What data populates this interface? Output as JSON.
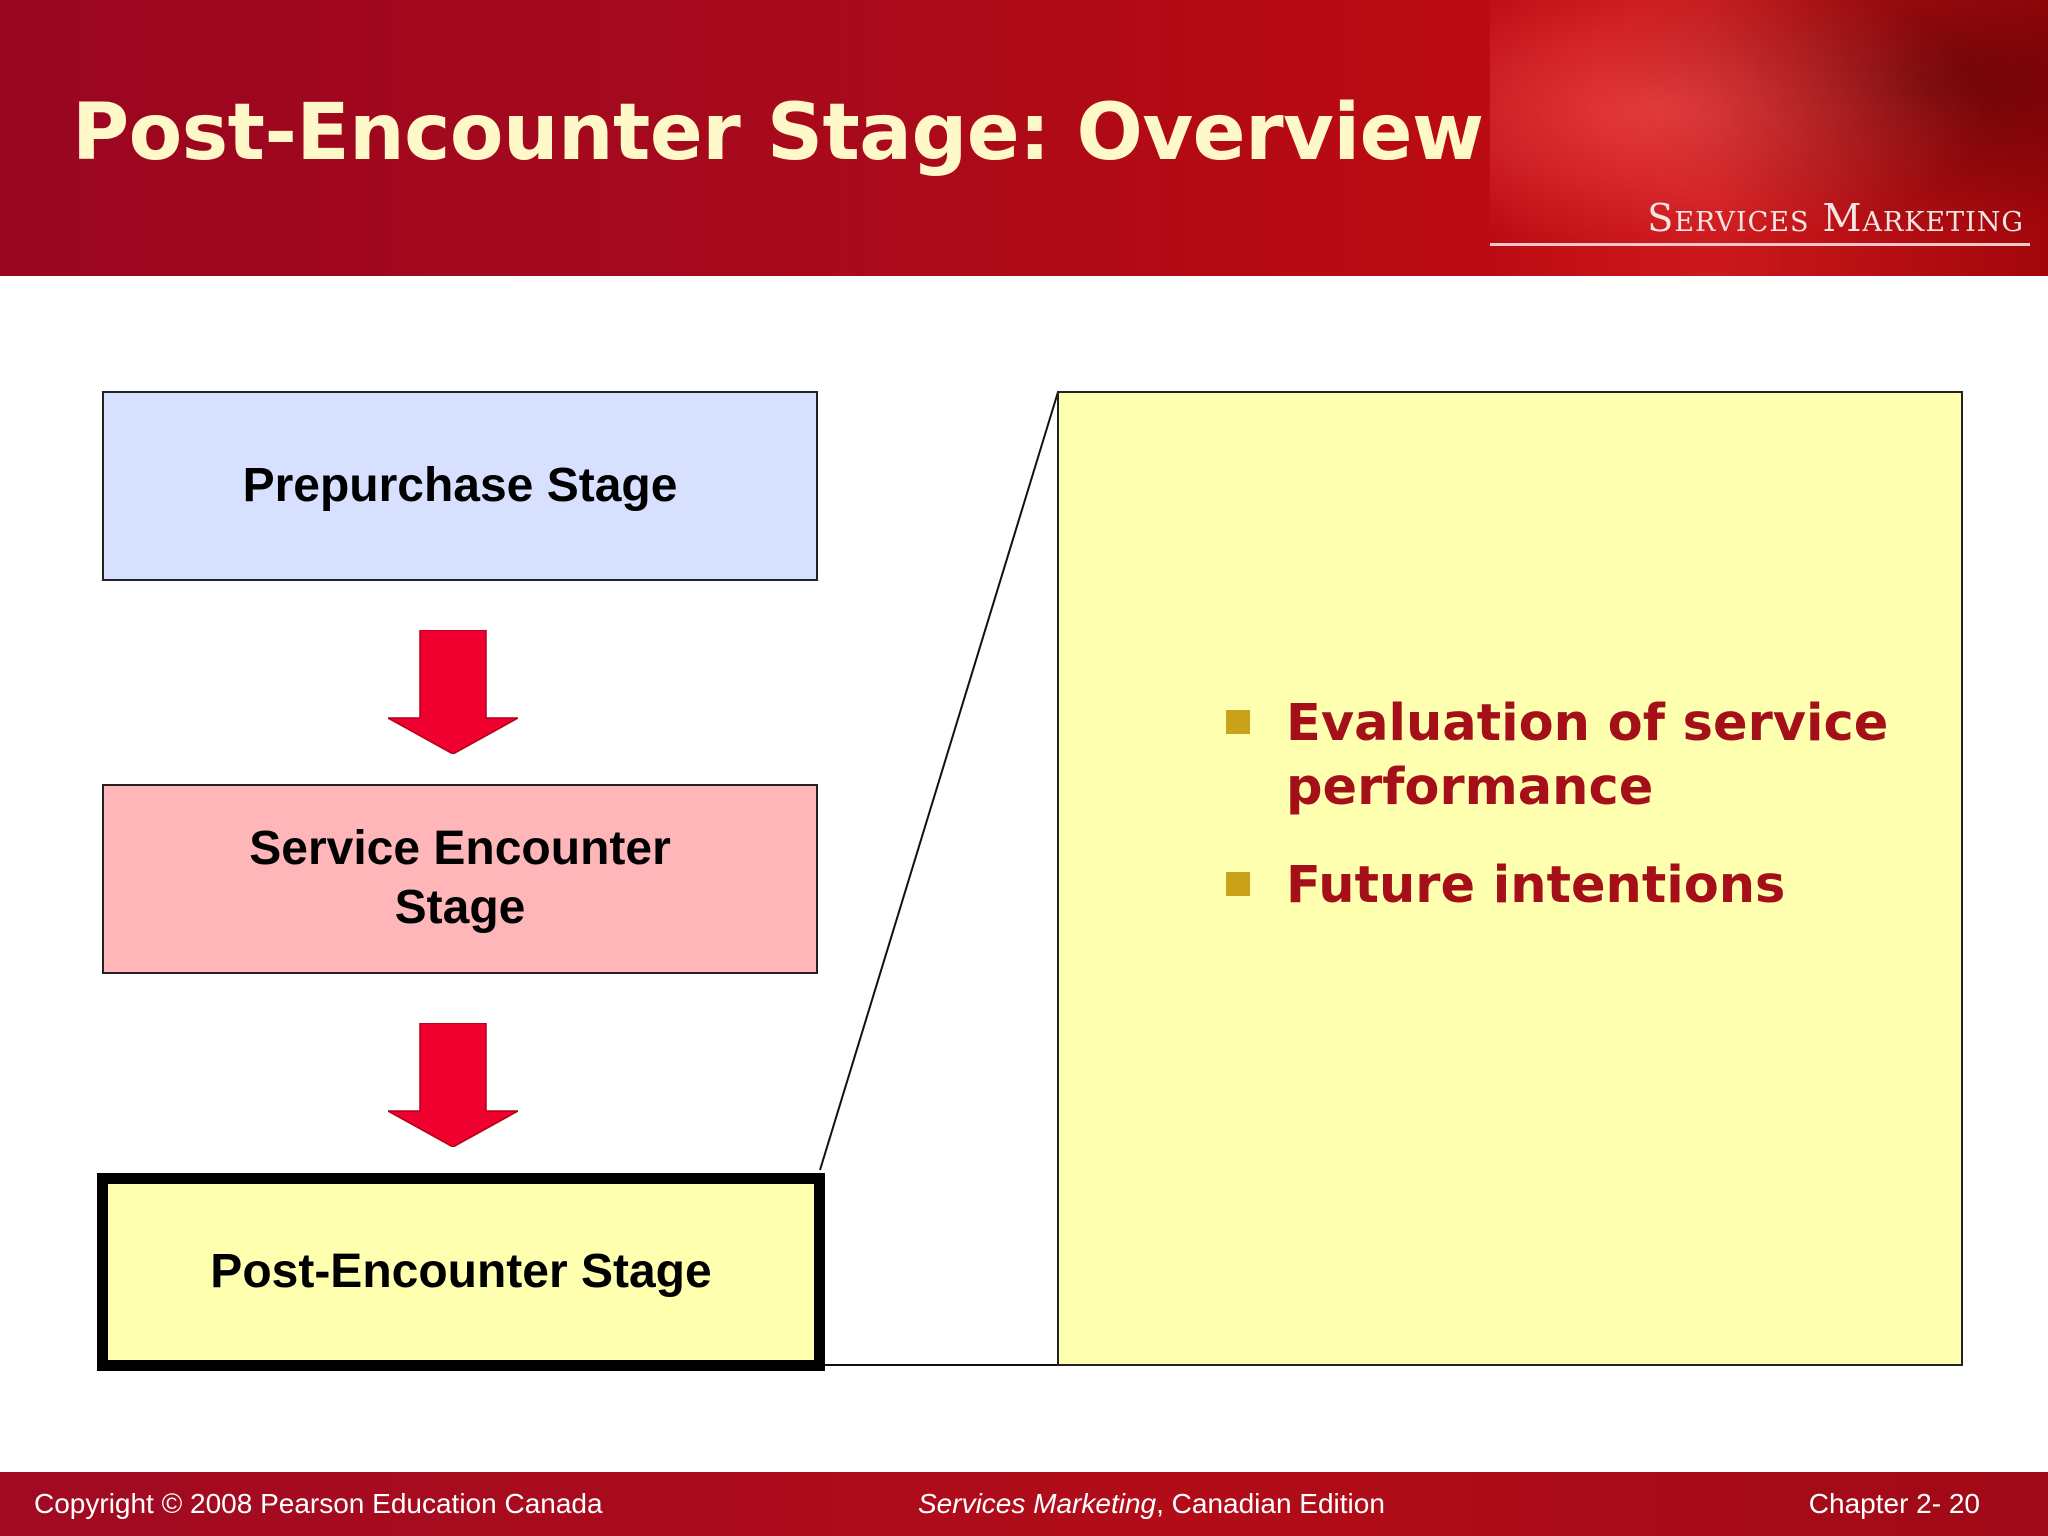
{
  "slide": {
    "title": "Post-Encounter Stage: Overview",
    "brand": "Services Marketing"
  },
  "stages": [
    {
      "label": "Prepurchase Stage"
    },
    {
      "label_line1": "Service Encounter",
      "label_line2": "Stage"
    },
    {
      "label": "Post-Encounter Stage"
    }
  ],
  "detail": {
    "bullets": [
      {
        "line1": "Evaluation of service",
        "line2": "performance"
      },
      {
        "line1": "Future intentions"
      }
    ]
  },
  "footer": {
    "copyright": "Copyright © 2008 Pearson Education Canada",
    "book_title_italic": "Services Marketing",
    "book_title_rest": ", Canadian Edition",
    "chapter": "Chapter 2- 20"
  },
  "colors": {
    "header_red": "#a80a1c",
    "title_text": "#fff8c8",
    "stage1_fill": "#d8e0ff",
    "stage2_fill": "#ffb6b8",
    "stage3_fill": "#ffffb0",
    "arrow_fill": "#f0002e",
    "bullet_text": "#a50f1a",
    "bullet_marker": "#c9a21a"
  }
}
